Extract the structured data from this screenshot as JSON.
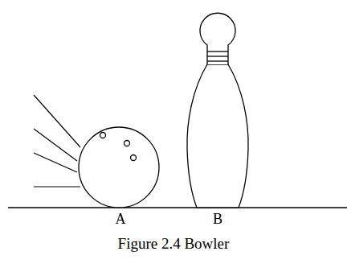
{
  "diagram": {
    "caption": "Figure 2.4 Bowler",
    "labels": [
      "A",
      "B"
    ]
  }
}
